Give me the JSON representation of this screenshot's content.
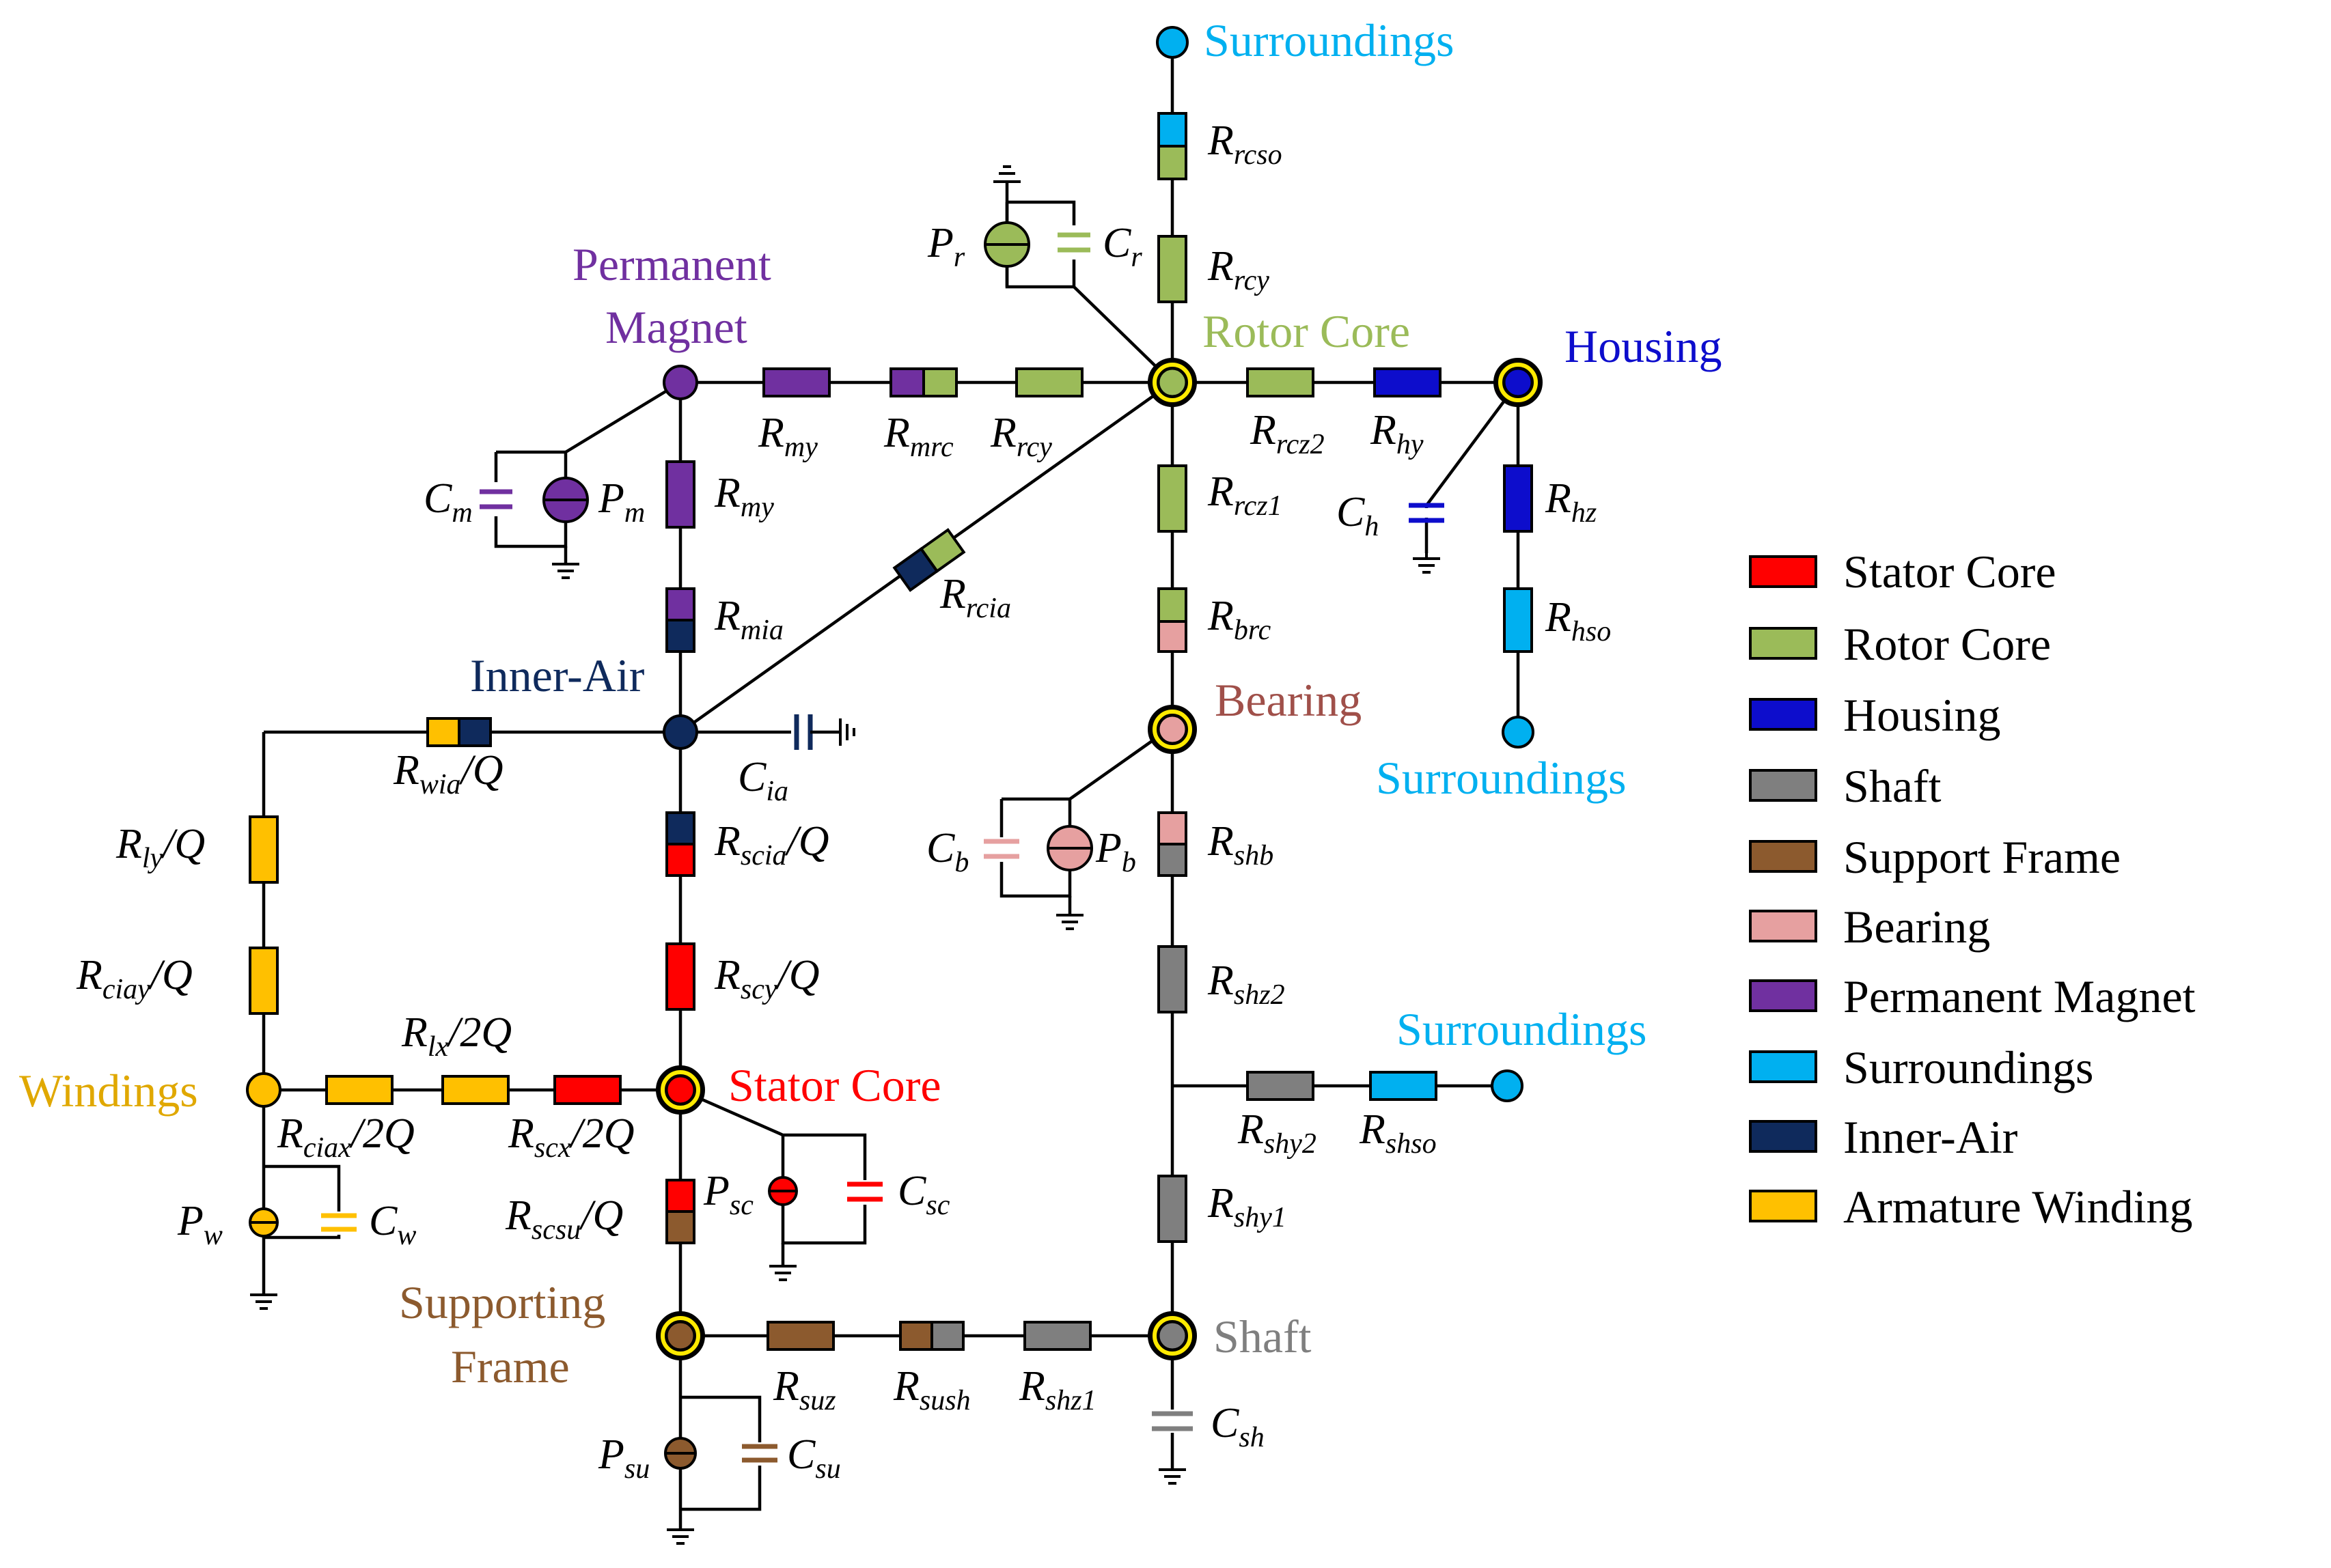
{
  "colors": {
    "stator": "#ff0000",
    "rotor": "#9bbb59",
    "housing": "#0d0dcc",
    "shaft": "#7f7f7f",
    "support": "#8c5a2e",
    "bearing": "#e6a0a0",
    "magnet": "#7030a0",
    "surround": "#00b0f0",
    "innerair": "#0f2a5c",
    "winding": "#ffc000",
    "node_ring": "#ffea00"
  },
  "nodes": {
    "surroundings_top": "Surroundings",
    "rotor_core": "Rotor Core",
    "housing": "Housing",
    "surroundings_right": "Surroundings",
    "permanent_magnet_1": "Permanent",
    "permanent_magnet_2": "Magnet",
    "inner_air": "Inner-Air",
    "bearing": "Bearing",
    "surroundings_shaft": "Surroundings",
    "windings": "Windings",
    "stator_core": "Stator Core",
    "supporting_frame_1": "Supporting",
    "supporting_frame_2": "Frame",
    "shaft": "Shaft"
  },
  "resistors": {
    "rcso": {
      "base": "R",
      "sub": "rcso",
      "tail": ""
    },
    "rcy_v": {
      "base": "R",
      "sub": "rcy",
      "tail": ""
    },
    "my_h": {
      "base": "R",
      "sub": "my",
      "tail": ""
    },
    "mrc": {
      "base": "R",
      "sub": "mrc",
      "tail": ""
    },
    "rcy_h": {
      "base": "R",
      "sub": "rcy",
      "tail": ""
    },
    "rcz2": {
      "base": "R",
      "sub": "rcz2",
      "tail": ""
    },
    "hy": {
      "base": "R",
      "sub": "hy",
      "tail": ""
    },
    "my_v": {
      "base": "R",
      "sub": "my",
      "tail": ""
    },
    "rcz1": {
      "base": "R",
      "sub": "rcz1",
      "tail": ""
    },
    "hz": {
      "base": "R",
      "sub": "hz",
      "tail": ""
    },
    "rcia": {
      "base": "R",
      "sub": "rcia",
      "tail": ""
    },
    "mia": {
      "base": "R",
      "sub": "mia",
      "tail": ""
    },
    "brc": {
      "base": "R",
      "sub": "brc",
      "tail": ""
    },
    "hso": {
      "base": "R",
      "sub": "hso",
      "tail": ""
    },
    "wia": {
      "base": "R",
      "sub": "wia",
      "tail": "/Q"
    },
    "scia": {
      "base": "R",
      "sub": "scia",
      "tail": "/Q"
    },
    "shb": {
      "base": "R",
      "sub": "shb",
      "tail": ""
    },
    "ly": {
      "base": "R",
      "sub": "ly",
      "tail": "/Q"
    },
    "ciay": {
      "base": "R",
      "sub": "ciay",
      "tail": "/Q"
    },
    "scy": {
      "base": "R",
      "sub": "scy",
      "tail": "/Q"
    },
    "shz2": {
      "base": "R",
      "sub": "shz2",
      "tail": ""
    },
    "lx": {
      "base": "R",
      "sub": "lx",
      "tail": "/2Q"
    },
    "ciax": {
      "base": "R",
      "sub": "ciax",
      "tail": "/2Q"
    },
    "scx": {
      "base": "R",
      "sub": "scx",
      "tail": "/2Q"
    },
    "shy2": {
      "base": "R",
      "sub": "shy2",
      "tail": ""
    },
    "shso": {
      "base": "R",
      "sub": "shso",
      "tail": ""
    },
    "scsu": {
      "base": "R",
      "sub": "scsu",
      "tail": "/Q"
    },
    "shy1": {
      "base": "R",
      "sub": "shy1",
      "tail": ""
    },
    "suz": {
      "base": "R",
      "sub": "suz",
      "tail": ""
    },
    "sush": {
      "base": "R",
      "sub": "sush",
      "tail": ""
    },
    "shz1": {
      "base": "R",
      "sub": "shz1",
      "tail": ""
    }
  },
  "sources": {
    "pr": {
      "base": "P",
      "sub": "r"
    },
    "pm": {
      "base": "P",
      "sub": "m"
    },
    "pb": {
      "base": "P",
      "sub": "b"
    },
    "psc": {
      "base": "P",
      "sub": "sc"
    },
    "pw": {
      "base": "P",
      "sub": "w"
    },
    "psu": {
      "base": "P",
      "sub": "su"
    }
  },
  "capacitors": {
    "cr": {
      "base": "C",
      "sub": "r"
    },
    "cm": {
      "base": "C",
      "sub": "m"
    },
    "ch": {
      "base": "C",
      "sub": "h"
    },
    "cia": {
      "base": "C",
      "sub": "ia"
    },
    "cb": {
      "base": "C",
      "sub": "b"
    },
    "csc": {
      "base": "C",
      "sub": "sc"
    },
    "cw": {
      "base": "C",
      "sub": "w"
    },
    "csu": {
      "base": "C",
      "sub": "su"
    },
    "csh": {
      "base": "C",
      "sub": "sh"
    }
  },
  "legend": [
    {
      "label": "Stator Core",
      "color": "#ff0000"
    },
    {
      "label": "Rotor Core",
      "color": "#9bbb59"
    },
    {
      "label": "Housing",
      "color": "#0d0dcc"
    },
    {
      "label": "Shaft",
      "color": "#7f7f7f"
    },
    {
      "label": "Support Frame",
      "color": "#8c5a2e"
    },
    {
      "label": "Bearing",
      "color": "#e6a0a0"
    },
    {
      "label": "Permanent Magnet",
      "color": "#7030a0"
    },
    {
      "label": "Surroundings",
      "color": "#00b0f0"
    },
    {
      "label": "Inner-Air",
      "color": "#0f2a5c"
    },
    {
      "label": "Armature Winding",
      "color": "#ffc000"
    }
  ]
}
